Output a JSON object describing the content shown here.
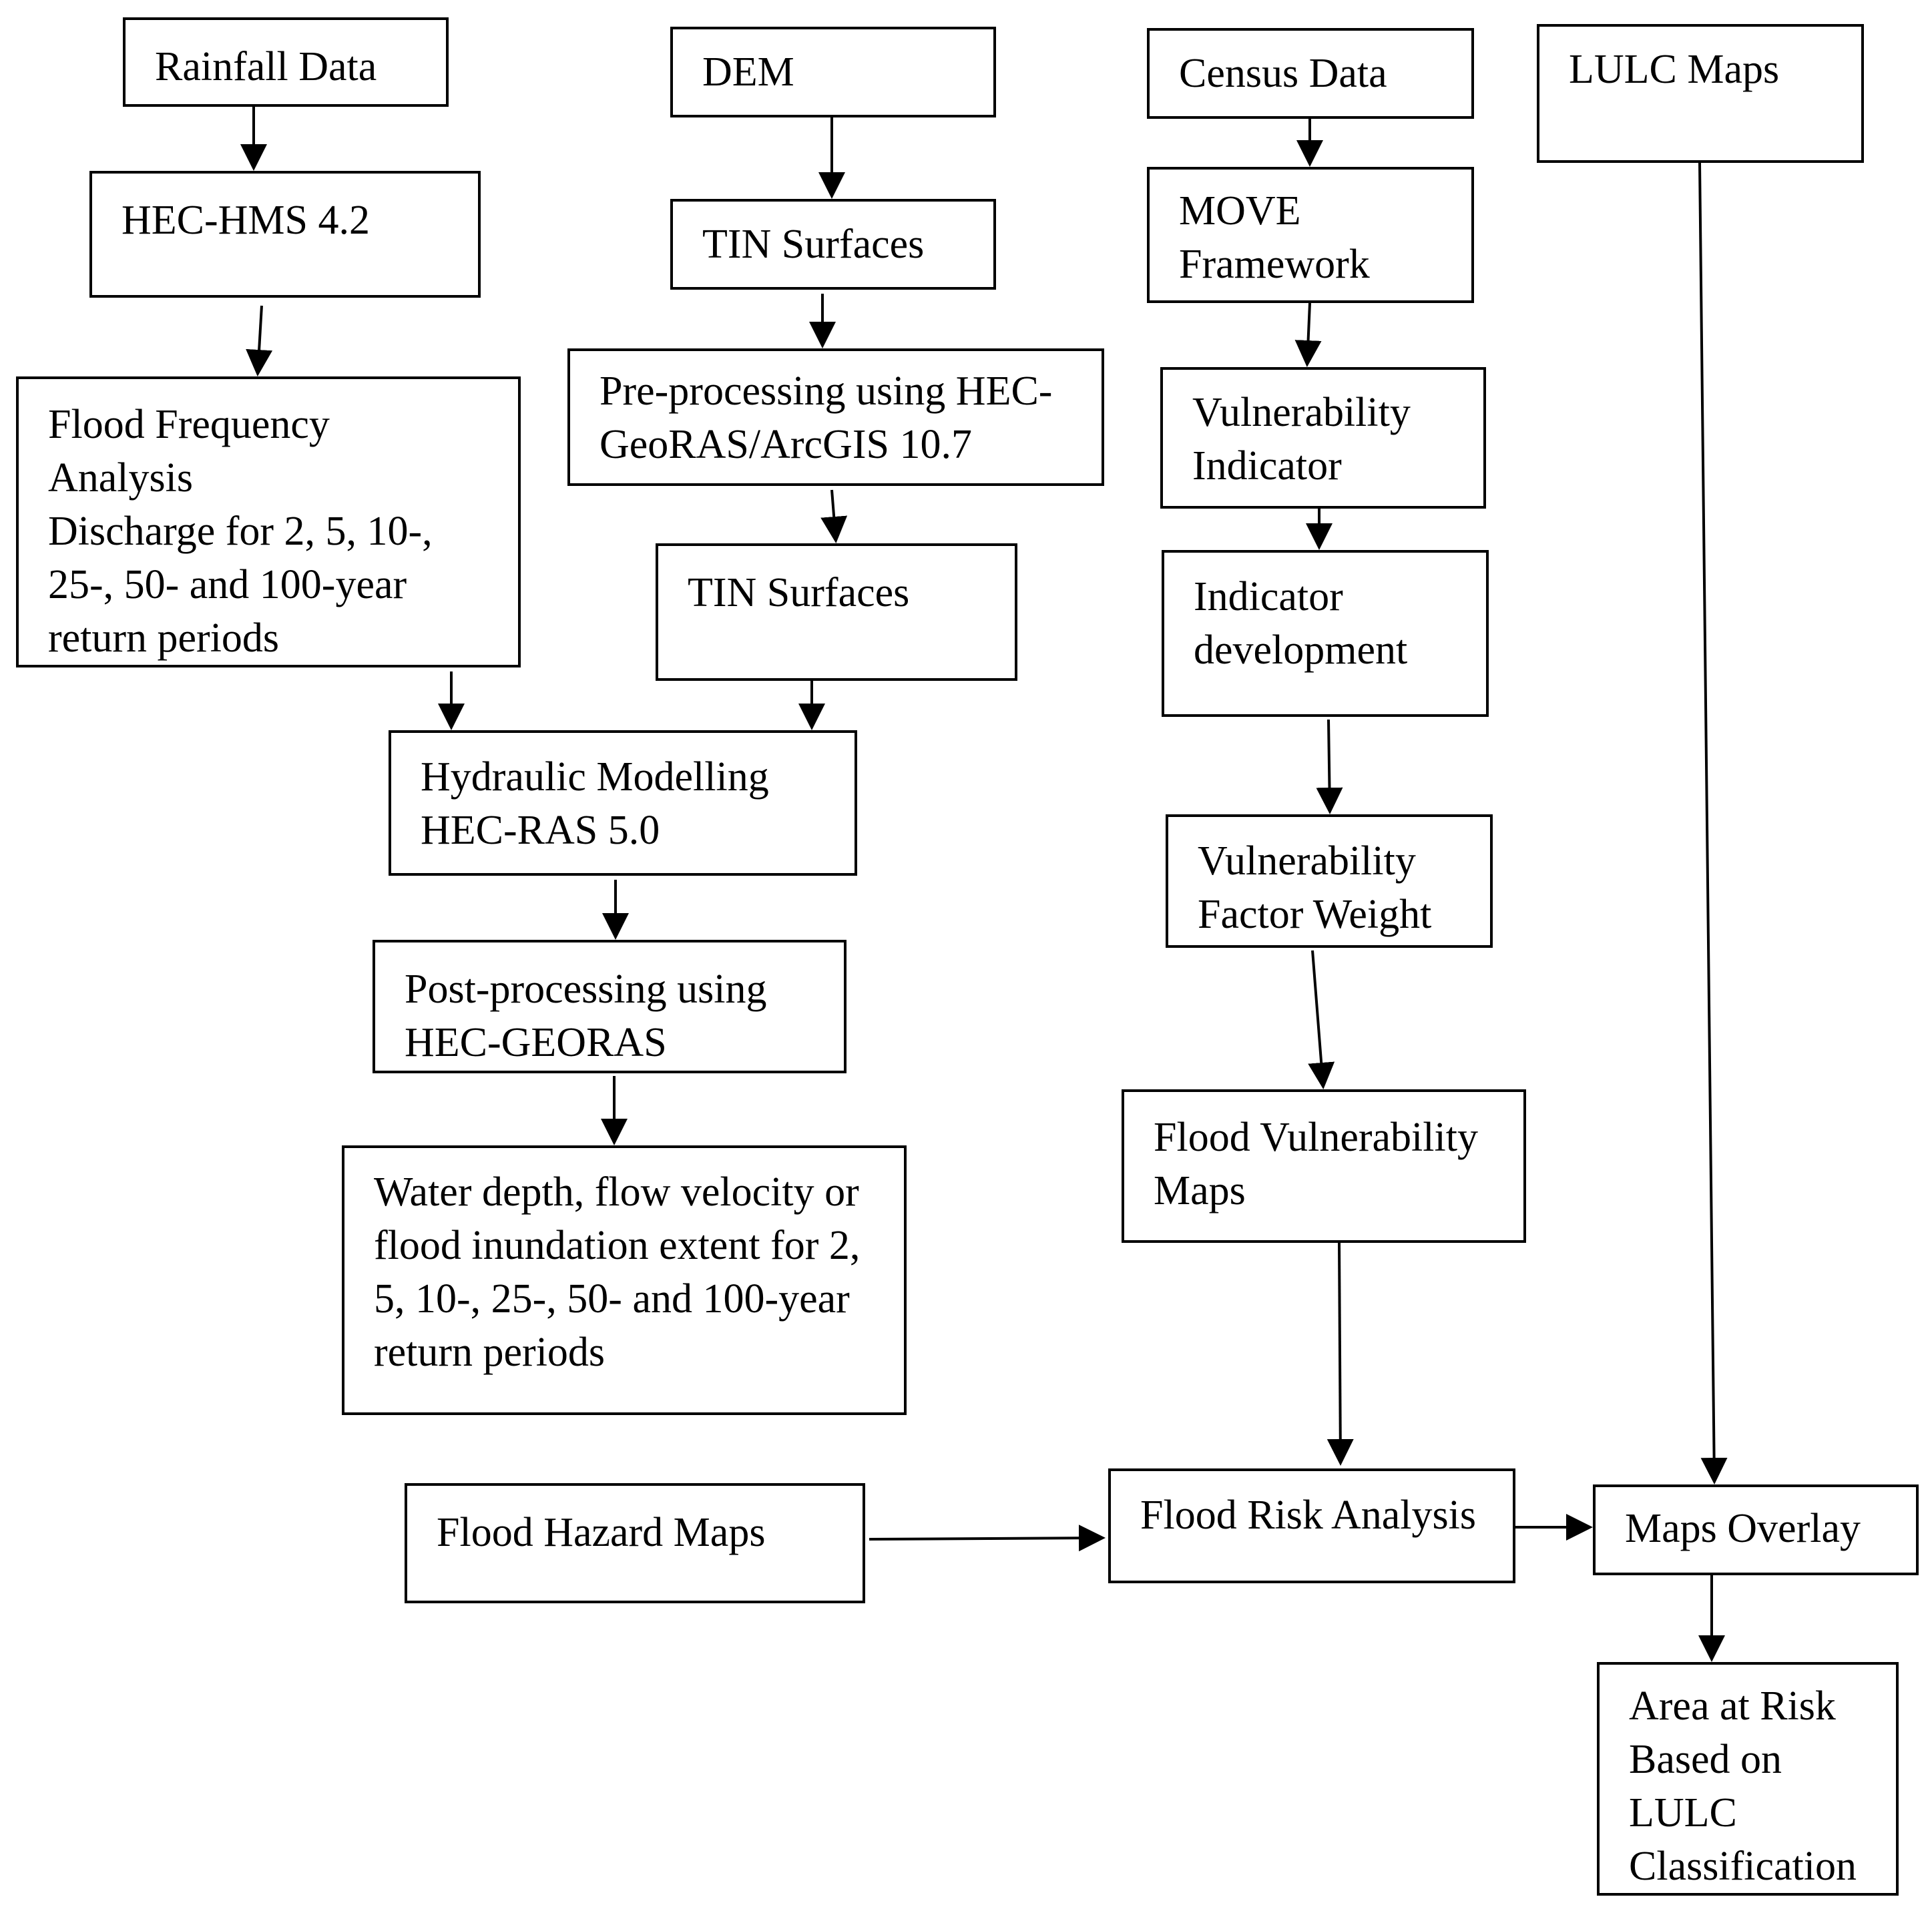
{
  "diagram": {
    "nodes": {
      "rainfall": [
        "Rainfall Data"
      ],
      "hechms": [
        "HEC-HMS 4.2"
      ],
      "ffa": [
        "Flood Frequency",
        "Analysis",
        "Discharge for 2, 5, 10-,",
        "25-, 50- and 100-year",
        "return periods"
      ],
      "dem": [
        "DEM"
      ],
      "tin1": [
        "TIN Surfaces"
      ],
      "preproc": [
        "Pre-processing using HEC-",
        "GeoRAS/ArcGIS 10.7"
      ],
      "tin2": [
        "TIN Surfaces"
      ],
      "hydraulic": [
        "Hydraulic Modelling",
        "HEC-RAS 5.0"
      ],
      "postproc": [
        "Post-processing using",
        "HEC-GEORAS"
      ],
      "water": [
        "Water depth, flow velocity or",
        "flood inundation extent for 2,",
        "5, 10-, 25-, 50- and 100-year",
        "return periods"
      ],
      "hazard": [
        "Flood Hazard Maps"
      ],
      "census": [
        "Census Data"
      ],
      "move": [
        "MOVE",
        "Framework"
      ],
      "vulnind": [
        "Vulnerability",
        "Indicator"
      ],
      "inddev": [
        "Indicator",
        "development"
      ],
      "vfw": [
        "Vulnerability",
        "Factor Weight"
      ],
      "fvm": [
        "Flood Vulnerability",
        "Maps"
      ],
      "riskanalysis": [
        "Flood Risk Analysis"
      ],
      "lulc": [
        "LULC Maps"
      ],
      "overlay": [
        "Maps Overlay"
      ],
      "areaatrisk": [
        "Area at Risk",
        "Based on",
        "LULC",
        "Classification"
      ]
    },
    "edges": [
      [
        "rainfall",
        "hechms"
      ],
      [
        "hechms",
        "ffa"
      ],
      [
        "ffa",
        "hydraulic"
      ],
      [
        "dem",
        "tin1"
      ],
      [
        "tin1",
        "preproc"
      ],
      [
        "preproc",
        "tin2"
      ],
      [
        "tin2",
        "hydraulic"
      ],
      [
        "hydraulic",
        "postproc"
      ],
      [
        "postproc",
        "water"
      ],
      [
        "census",
        "move"
      ],
      [
        "move",
        "vulnind"
      ],
      [
        "vulnind",
        "inddev"
      ],
      [
        "inddev",
        "vfw"
      ],
      [
        "vfw",
        "fvm"
      ],
      [
        "fvm",
        "riskanalysis"
      ],
      [
        "hazard",
        "riskanalysis"
      ],
      [
        "riskanalysis",
        "overlay"
      ],
      [
        "lulc",
        "overlay"
      ],
      [
        "overlay",
        "areaatrisk"
      ]
    ]
  }
}
